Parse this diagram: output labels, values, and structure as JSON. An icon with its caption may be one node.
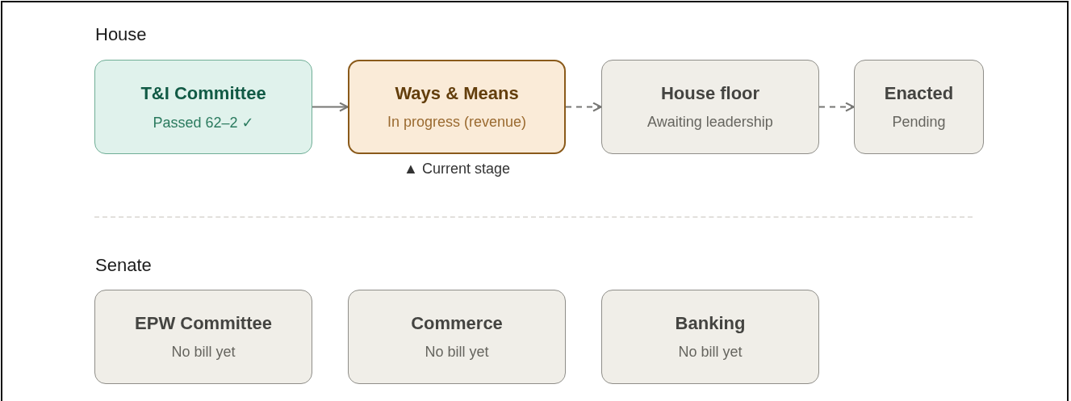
{
  "diagram": {
    "nodes": [
      {
        "text": [
          "T&I Committee",
          "Passed 62–2 ✓"
        ]
      },
      {
        "text": [
          "Ways & Means",
          "In progress (revenue)"
        ],
        "beside": [
          "▲ Current stage"
        ]
      },
      {
        "text": [
          "House floor",
          "Awaiting leadership"
        ]
      },
      {
        "text": [
          "Enacted",
          "Pending"
        ]
      },
      {
        "text": [
          "EPW Committee",
          "No bill yet"
        ]
      },
      {
        "text": [
          "Commerce",
          "No bill yet"
        ]
      },
      {
        "text": [
          "Banking",
          "No bill yet"
        ]
      }
    ],
    "edges": [
      {
        "from": 0,
        "to": 1,
        "arrow": "to"
      },
      {
        "from": 1,
        "to": 2,
        "arrow": "to",
        "style": "dashed"
      },
      {
        "from": 2,
        "to": 3,
        "arrow": "to",
        "style": "dashed"
      }
    ],
    "labels": [
      "House",
      "Senate"
    ]
  }
}
